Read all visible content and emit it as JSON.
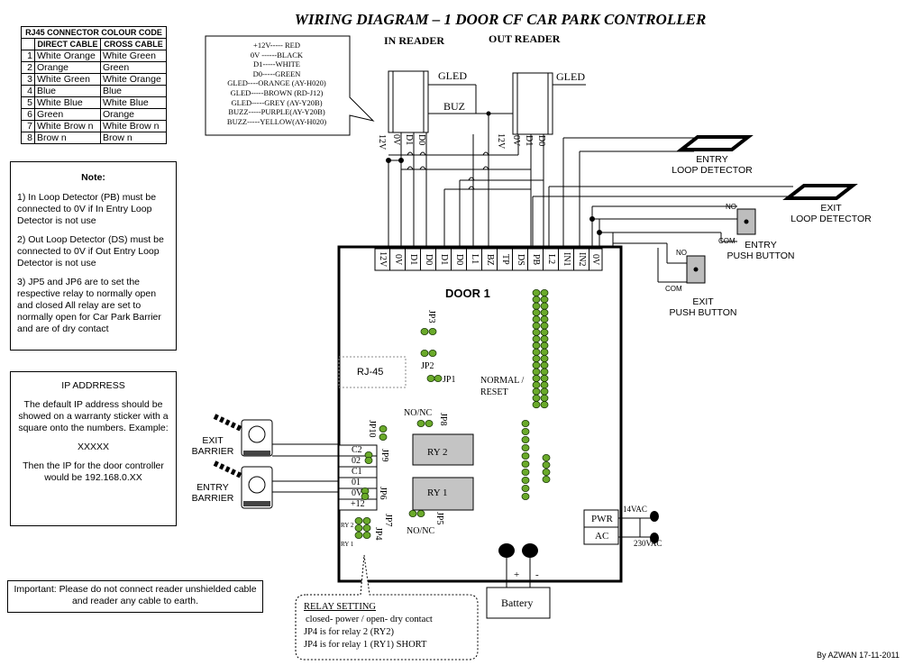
{
  "title": "WIRING DIAGRAM – 1 DOOR CF CAR PARK  CONTROLLER",
  "rj45": {
    "header": "RJ45 CONNECTOR COLOUR CODE",
    "col1": "DIRECT CABLE",
    "col2": "CROSS CABLE",
    "rows": [
      {
        "n": "1",
        "direct": "White Orange",
        "cross": "White Green"
      },
      {
        "n": "2",
        "direct": "Orange",
        "cross": "Green"
      },
      {
        "n": "3",
        "direct": "White Green",
        "cross": "White Orange"
      },
      {
        "n": "4",
        "direct": "Blue",
        "cross": "Blue"
      },
      {
        "n": "5",
        "direct": "White Blue",
        "cross": "White Blue"
      },
      {
        "n": "6",
        "direct": "Green",
        "cross": "Orange"
      },
      {
        "n": "7",
        "direct": "White Brow n",
        "cross": "White Brow n"
      },
      {
        "n": "8",
        "direct": "Brow n",
        "cross": "Brow n"
      }
    ]
  },
  "wire_legend": [
    "+12V----- RED",
    "0V ------BLACK",
    "D1-----WHITE",
    "D0-----GREEN",
    "GLED----ORANGE (AY-H020)",
    "GLED-----BROWN (RD-J12)",
    "GLED-----GREY (AY-Y20B)",
    "BUZZ-----PURPLE(AY-Y20B)",
    "BUZZ-----YELLOW(AY-H020)"
  ],
  "note": {
    "title": "Note:",
    "items": [
      "1) In Loop Detector (PB) must be connected to 0V if In Entry Loop Detector is not use",
      "2) Out Loop Detector (DS) must be connected to 0V if Out Entry Loop Detector is not  use",
      "3)  JP5 and JP6 are to set the respective relay to normally open and closed All relay are set to normally open for Car Park Barrier and are of dry contact"
    ]
  },
  "ip": {
    "title": "IP ADDRRESS",
    "p1": "The default IP address should be showed on a warranty sticker with a square onto the numbers. Example:",
    "example": "XXXXX",
    "p2": "Then the IP for the door controller would be 192.168.0.XX"
  },
  "important": "Important: Please do not connect reader unshielded cable and reader any cable to earth.",
  "in_reader": "IN READER",
  "out_reader": "OUT READER",
  "gled": "GLED",
  "buz": "BUZ",
  "in_reader_pins": [
    "12V",
    "0V",
    "D1",
    "D0"
  ],
  "out_reader_pins": [
    "12V",
    "0V",
    "D1",
    "D0"
  ],
  "terminals": [
    "12V",
    "0V",
    "D1",
    "D0",
    "D1",
    "D0",
    "L1",
    "BZ",
    "TP",
    "DS",
    "PB",
    "L2",
    "IN1",
    "IN2",
    "0V"
  ],
  "door": "DOOR 1",
  "rj45_port": "RJ-45",
  "jp_labels": {
    "jp1": "JP1",
    "jp2": "JP2",
    "jp3": "JP3",
    "jp4": "JP4",
    "jp5": "JP5",
    "jp6": "JP6",
    "jp7": "JP7",
    "jp8": "JP8",
    "jp9": "JP9",
    "jp10": "JP10"
  },
  "normal_reset": "NORMAL /\nRESET",
  "nonc": "NO/NC",
  "ry1": "RY 1",
  "ry2": "RY 2",
  "ry_small_1": "RY 1",
  "ry_small_2": "RY 2",
  "relay_terms": [
    "C2",
    "02",
    "C1",
    "01",
    "0V",
    "+12"
  ],
  "entry_loop": "ENTRY\nLOOP DETECTOR",
  "exit_loop": "EXIT\nLOOP DETECTOR",
  "entry_push": "ENTRY\nPUSH BUTTON",
  "exit_push": "EXIT\nPUSH BUTTON",
  "no": "NO",
  "com": "COM",
  "exit_barrier": "EXIT\nBARRIER",
  "entry_barrier": "ENTRY\nBARRIER",
  "pwr": "PWR",
  "ac": "AC",
  "v14": "14VAC",
  "v230": "230VAC",
  "battery": "Battery",
  "plus": "+",
  "minus": "-",
  "relay_setting": {
    "title": "RELAY SETTING",
    "lines": [
      "closed- power / open- dry contact",
      "JP4  is for relay 2 (RY2)",
      "JP4 is for relay 1 (RY1) SHORT"
    ]
  },
  "author": "By AZWAN 17-11-2011"
}
